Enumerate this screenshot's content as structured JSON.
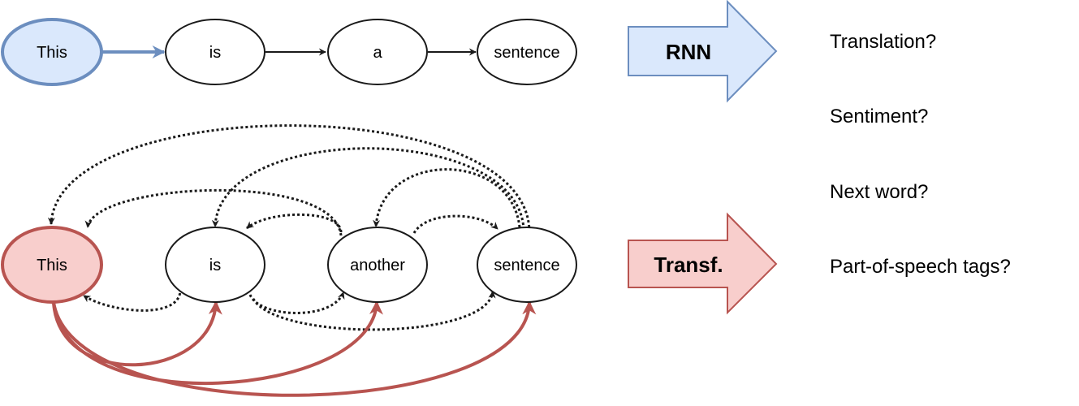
{
  "rnn_row": {
    "words": [
      "This",
      "is",
      "a",
      "sentence"
    ],
    "arrow_label": "RNN",
    "highlight_fill": "#dae8fc",
    "highlight_stroke": "#6c8ebf"
  },
  "transformer_row": {
    "words": [
      "This",
      "is",
      "another",
      "sentence"
    ],
    "arrow_label": "Transf.",
    "highlight_fill": "#f8cecc",
    "highlight_stroke": "#b85450"
  },
  "tasks": [
    "Translation?",
    "Sentiment?",
    "Next word?",
    "Part-of-speech tags?"
  ]
}
